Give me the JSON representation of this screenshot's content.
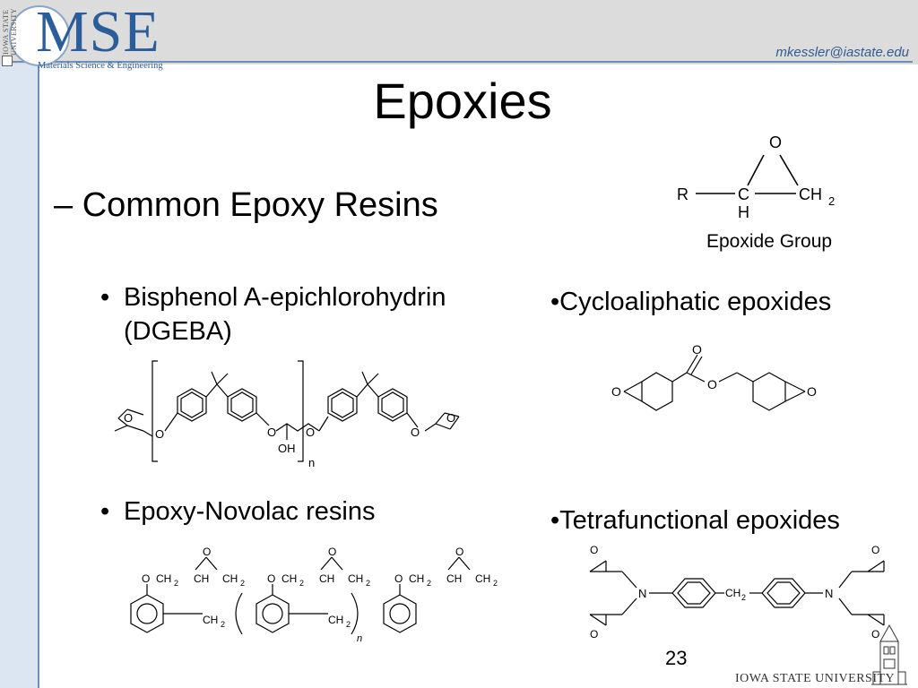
{
  "header": {
    "logo_text": "MSE",
    "logo_subtitle": "Materials Science & Engineering",
    "university_vertical": "IOWA STATE UNIVERSITY",
    "email": "mkessler@iastate.edu"
  },
  "slide": {
    "title": "Epoxies",
    "heading": "– Common Epoxy Resins",
    "page_number": "23"
  },
  "epoxide_group": {
    "label": "Epoxide Group",
    "atoms": {
      "o": "O",
      "r": "R",
      "c": "C",
      "h": "H",
      "ch": "CH",
      "sub2": "2"
    }
  },
  "bullets": [
    {
      "marker": "•",
      "text": "Bisphenol A-epichlorohydrin (DGEBA)"
    },
    {
      "marker": "•",
      "text": "Epoxy-Novolac resins"
    },
    {
      "marker": "•",
      "text": "Cycloaliphatic epoxides"
    },
    {
      "marker": "•",
      "text": "Tetrafunctional epoxides"
    }
  ],
  "structures": {
    "dgeba": {
      "o": "O",
      "oh": "OH",
      "n": "n"
    },
    "novolac": {
      "o": "O",
      "ch2": "CH",
      "ch": "CH",
      "sub2": "2",
      "n": "n"
    },
    "cycloaliphatic": {
      "o": "O"
    },
    "tetrafunctional": {
      "o": "O",
      "n": "N",
      "ch2": "CH",
      "sub2": "2"
    }
  },
  "footer": {
    "university": "IOWA STATE UNIVERSITY"
  }
}
